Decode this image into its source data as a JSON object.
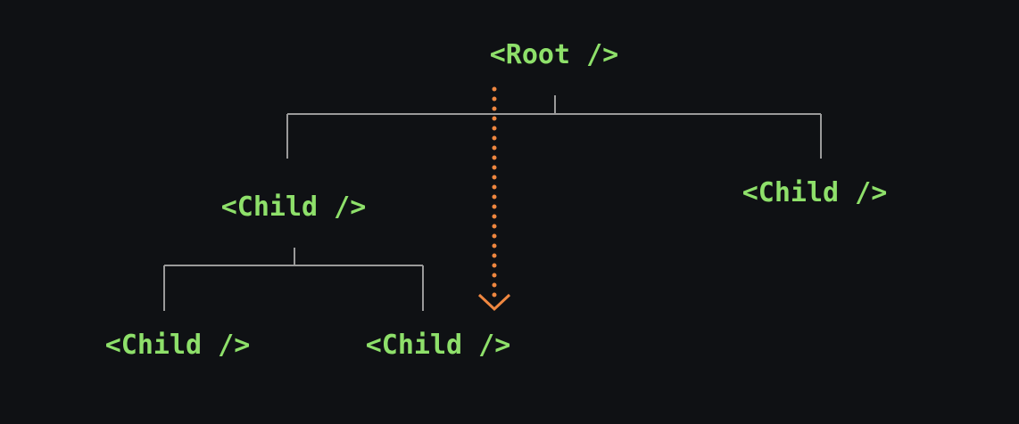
{
  "nodes": {
    "root": "<Root />",
    "child_left": "<Child />",
    "child_right": "<Child />",
    "grandchild_left": "<Child />",
    "grandchild_right": "<Child />"
  },
  "colors": {
    "background": "#0f1114",
    "node_text": "#8ee06a",
    "connector": "#9a9a9a",
    "flow_arrow": "#ef8740"
  }
}
